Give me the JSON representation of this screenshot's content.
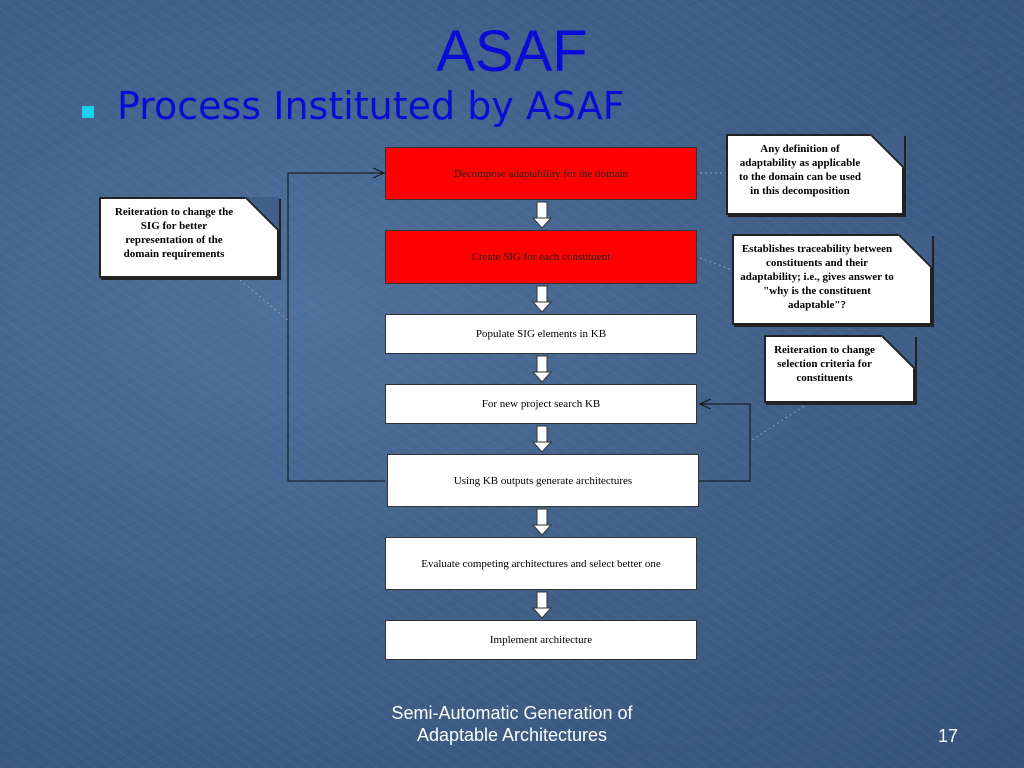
{
  "slide": {
    "title": "ASAF",
    "subtitle": "Process Instituted by ASAF"
  },
  "process_steps": [
    "Decompose adaptability for the domain",
    "Create SIG for each constituent",
    "Populate SIG elements in KB",
    "For new project search KB",
    "Using KB outputs generate architectures",
    "Evaluate competing architectures and select better one",
    "Implement architecture"
  ],
  "notes": {
    "left": "Reiteration to change the SIG for better representation of the domain requirements",
    "right_top": "Any definition of adaptability as applicable to the domain can be used in this decomposition",
    "right_mid": "Establishes traceability between constituents and their adaptability; i.e., gives answer to \"why is the constituent adaptable\"?",
    "right_low": "Reiteration to change selection criteria for constituents"
  },
  "footer": {
    "line1": "Semi-Automatic Generation of",
    "line2": "Adaptable Architectures",
    "page": "17"
  },
  "colors": {
    "title": "#0b0bd6",
    "highlight": "#ff0000",
    "bullet": "#1ad0f0"
  }
}
